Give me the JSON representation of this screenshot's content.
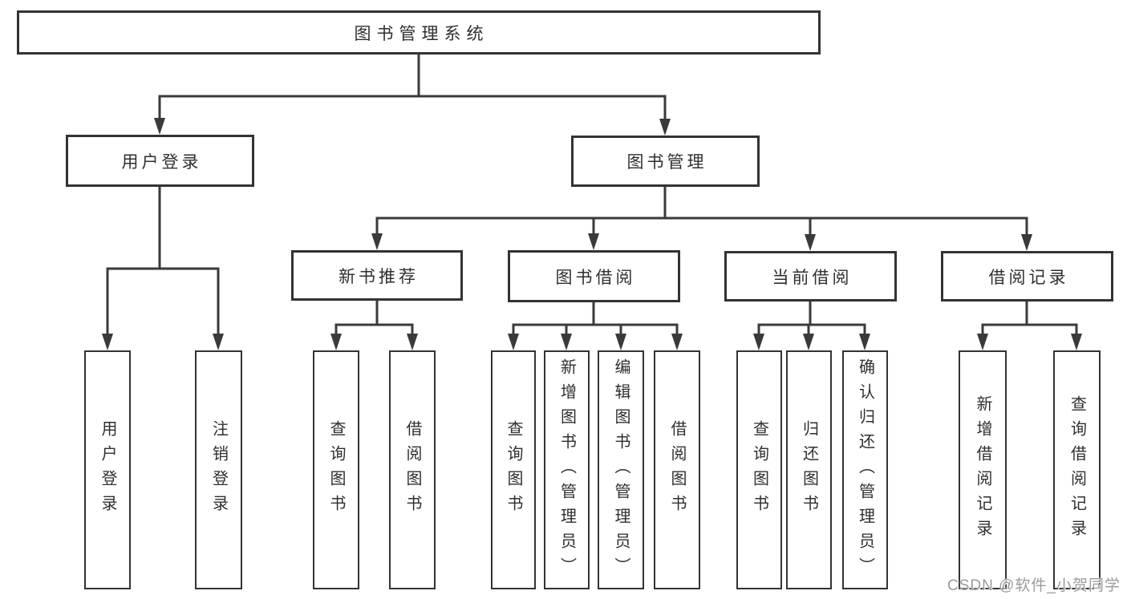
{
  "title": "图书管理系统",
  "watermark": "CSDN @软件_小贺同学",
  "colors": {
    "line": "#3a3a3a",
    "box_border": "#333333",
    "text": "#2f2f2f",
    "box_bg": "#ffffff",
    "watermark": "#9b9b9b"
  },
  "tree": {
    "root": {
      "label": "图书管理系统"
    },
    "level2": [
      {
        "label": "用户登录",
        "parent": "图书管理系统"
      },
      {
        "label": "图书管理",
        "parent": "图书管理系统"
      }
    ],
    "level3": [
      {
        "label": "新书推荐",
        "parent": "图书管理"
      },
      {
        "label": "图书借阅",
        "parent": "图书管理"
      },
      {
        "label": "当前借阅",
        "parent": "图书管理"
      },
      {
        "label": "借阅记录",
        "parent": "图书管理"
      }
    ],
    "leaves": [
      {
        "label": "用户登录",
        "parent": "用户登录"
      },
      {
        "label": "注销登录",
        "parent": "用户登录"
      },
      {
        "label": "查询图书",
        "parent": "新书推荐"
      },
      {
        "label": "借阅图书",
        "parent": "新书推荐"
      },
      {
        "label": "查询图书",
        "parent": "图书借阅"
      },
      {
        "label": "新增图书（管理员）",
        "parent": "图书借阅"
      },
      {
        "label": "编辑图书（管理员）",
        "parent": "图书借阅"
      },
      {
        "label": "借阅图书",
        "parent": "图书借阅"
      },
      {
        "label": "查询图书",
        "parent": "当前借阅"
      },
      {
        "label": "归还图书",
        "parent": "当前借阅"
      },
      {
        "label": "确认归还（管理员）",
        "parent": "当前借阅"
      },
      {
        "label": "新增借阅记录",
        "parent": "借阅记录"
      },
      {
        "label": "查询借阅记录",
        "parent": "借阅记录"
      }
    ]
  }
}
